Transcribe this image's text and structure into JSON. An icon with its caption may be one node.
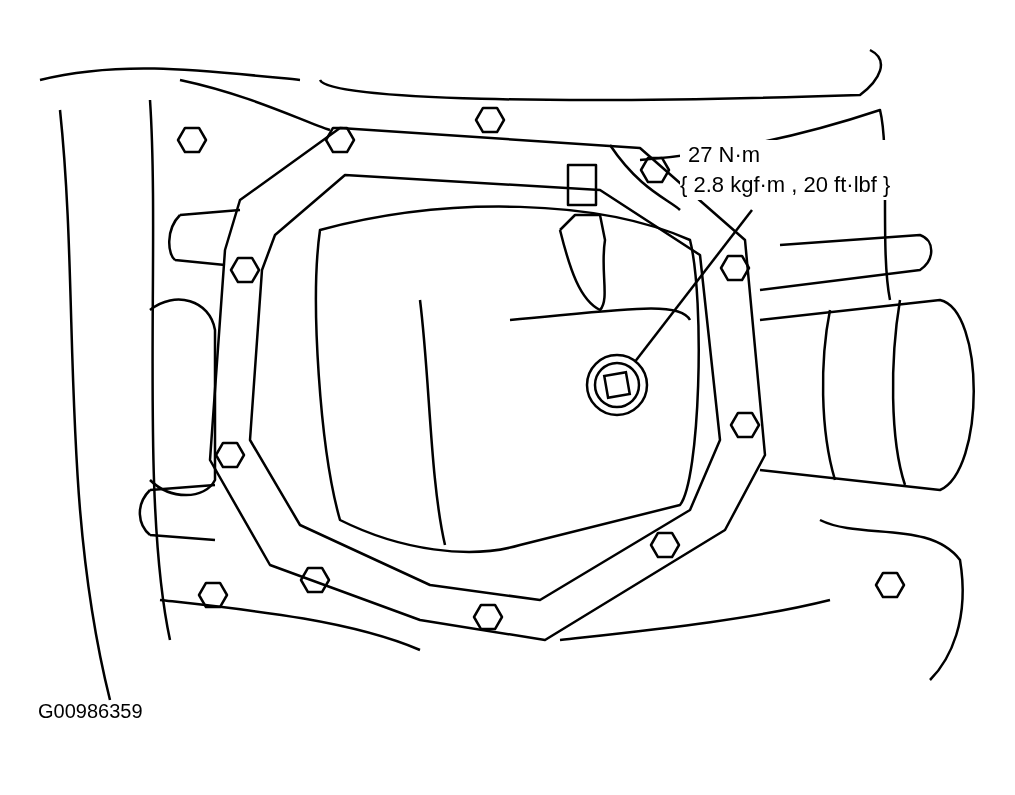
{
  "diagram": {
    "nodes": [
      {
        "text": [
          "27 N·m",
          "{ 2.8 kgf·m , 20 ft·lbf }"
        ]
      },
      {
        "text": [],
        "shape": "picture"
      }
    ],
    "edges": [
      {
        "from": 0,
        "to": 1,
        "arrow": "none"
      }
    ],
    "labels": [
      "G00986359"
    ]
  }
}
